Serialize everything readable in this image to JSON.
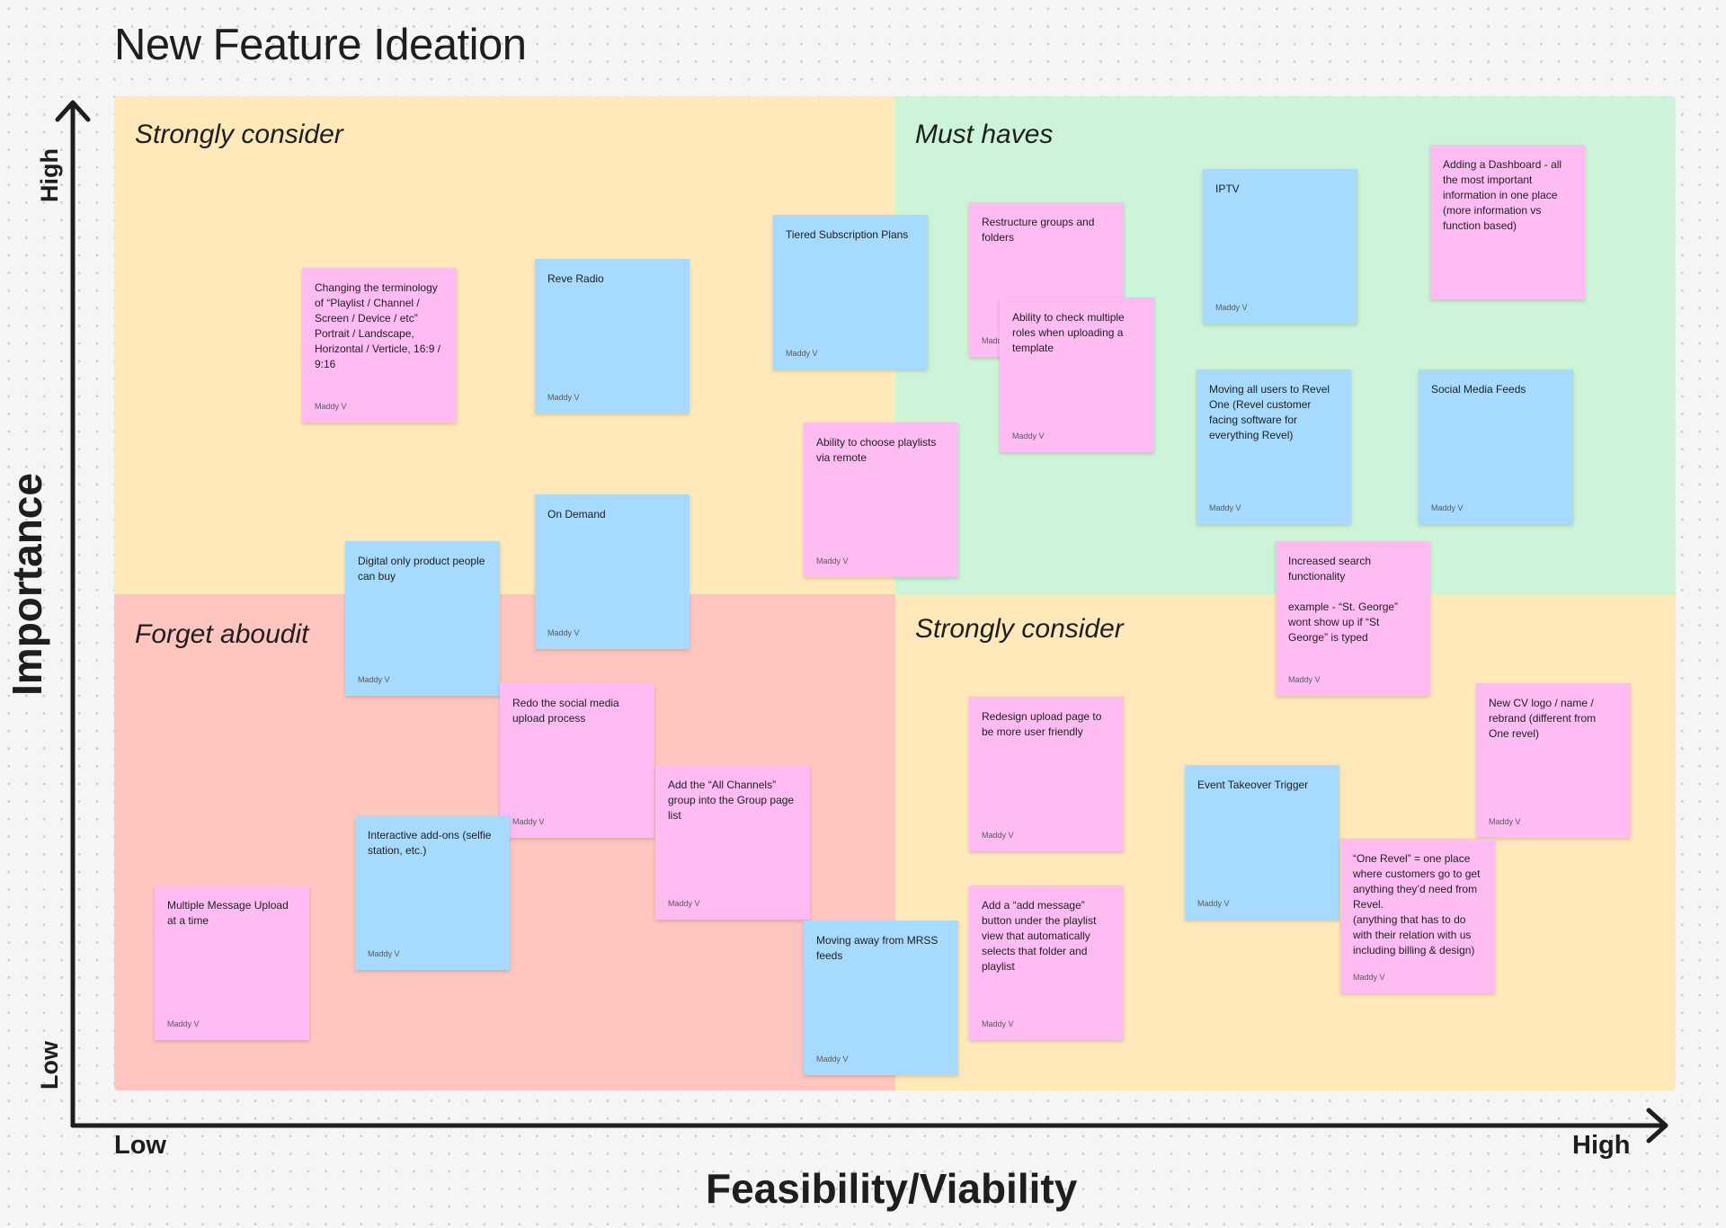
{
  "board": {
    "title": "New Feature Ideation",
    "y_axis": {
      "title": "Importance",
      "low": "Low",
      "high": "High"
    },
    "x_axis": {
      "title": "Feasibility/Viability",
      "low": "Low",
      "high": "High"
    }
  },
  "quadrants": {
    "top_left": "Strongly consider",
    "top_right": "Must haves",
    "bottom_left": "Forget aboudit",
    "bottom_right": "Strongly consider"
  },
  "notes": [
    {
      "text": "Changing the terminology of “Playlist / Channel / Screen / Device / etc” Portrait / Landscape, Horizontal / Verticle, 16:9 / 9:16",
      "author": "Maddy V",
      "color": "pink"
    },
    {
      "text": "Reve Radio",
      "author": "Maddy V",
      "color": "blue"
    },
    {
      "text": "Tiered Subscription Plans",
      "author": "Maddy V",
      "color": "blue"
    },
    {
      "text": "Restructure groups and folders",
      "author": "Maddy V",
      "color": "pink"
    },
    {
      "text": "Ability to check multiple roles when uploading a template",
      "author": "Maddy V",
      "color": "pink"
    },
    {
      "text": "IPTV",
      "author": "Maddy V",
      "color": "blue"
    },
    {
      "text": "Adding a Dashboard - all the most important information in one place (more information vs function based)",
      "author": "",
      "color": "pink"
    },
    {
      "text": "Ability to choose playlists via remote",
      "author": "Maddy V",
      "color": "pink"
    },
    {
      "text": "Moving all users to Revel One (Revel customer facing software for everything Revel)",
      "author": "Maddy V",
      "color": "blue"
    },
    {
      "text": "Social Media Feeds",
      "author": "Maddy V",
      "color": "blue"
    },
    {
      "text": "On Demand",
      "author": "Maddy V",
      "color": "blue"
    },
    {
      "text": "Digital only product people can buy",
      "author": "Maddy V",
      "color": "blue"
    },
    {
      "text": "Increased search functionality\n\nexample - “St. George” wont show up if “St George” is typed",
      "author": "Maddy V",
      "color": "pink"
    },
    {
      "text": "Redo the social media upload process",
      "author": "Maddy V",
      "color": "pink"
    },
    {
      "text": "Redesign upload page to be more user friendly",
      "author": "Maddy V",
      "color": "pink"
    },
    {
      "text": "New CV logo / name / rebrand (different from One revel)",
      "author": "Maddy V",
      "color": "pink"
    },
    {
      "text": "Add the “All Channels” group into the Group page list",
      "author": "Maddy V",
      "color": "pink"
    },
    {
      "text": "Event Takeover Trigger",
      "author": "Maddy V",
      "color": "blue"
    },
    {
      "text": "Interactive add-ons (selfie station, etc.)",
      "author": "Maddy V",
      "color": "blue"
    },
    {
      "text": "“One Revel” = one place where customers go to get anything they’d need from Revel.\n(anything that has to do with their relation with us including billing & design)",
      "author": "Maddy V",
      "color": "pink"
    },
    {
      "text": "Multiple Message Upload at a time",
      "author": "Maddy V",
      "color": "pink"
    },
    {
      "text": "Add a “add message” button under the playlist view that automatically selects that folder and playlist",
      "author": "Maddy V",
      "color": "pink"
    },
    {
      "text": "Moving away from MRSS feeds",
      "author": "Maddy V",
      "color": "blue"
    }
  ],
  "colors": {
    "pink_note": "#ffbcf2",
    "blue_note": "#a6daff",
    "strongly_consider_bg": "#ffe9bb",
    "must_haves_bg": "#cdf3d8",
    "forget_bg": "#ffc6c0"
  }
}
